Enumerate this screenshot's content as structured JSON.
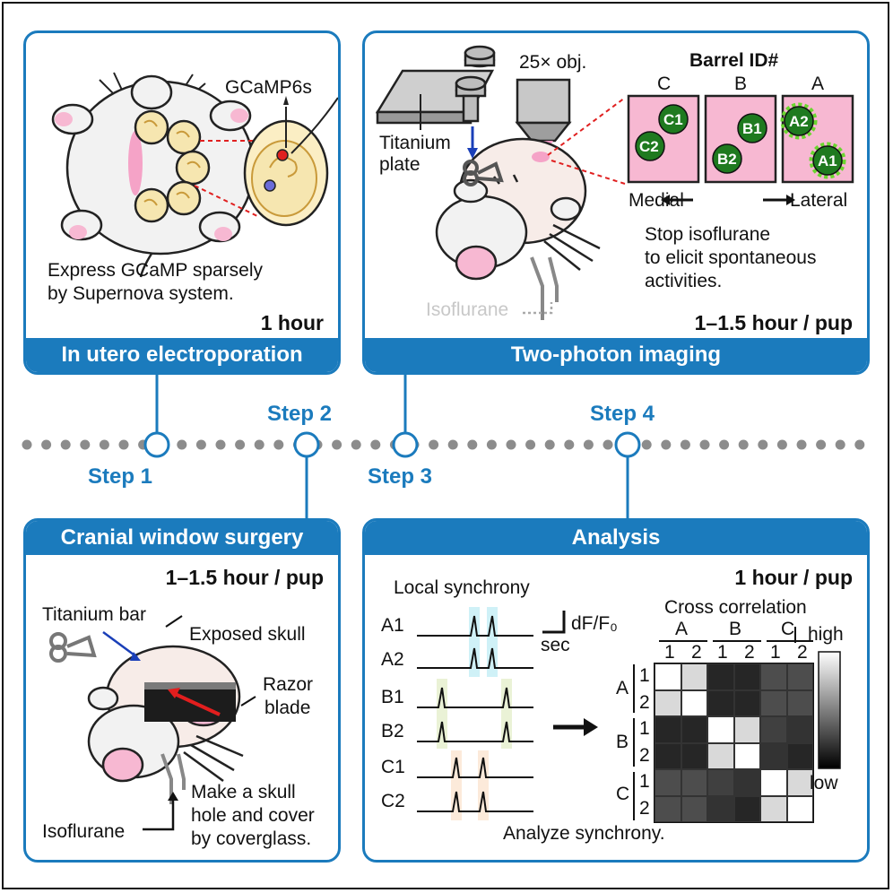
{
  "panels": {
    "step1": {
      "title": "In utero electroporation",
      "label_gcamp": "GCaMP6s",
      "caption_l1": "Express GCaMP sparsely",
      "caption_l2": "by Supernova system.",
      "duration": "1 hour"
    },
    "step3": {
      "title": "Two-photon imaging",
      "objective": "25× obj.",
      "plate_l1": "Titanium",
      "plate_l2": "plate",
      "barrel_title": "Barrel ID#",
      "barrel_cols": [
        "C",
        "B",
        "A"
      ],
      "cells": [
        "C1",
        "C2",
        "B1",
        "B2",
        "A2",
        "A1"
      ],
      "medial": "Medial",
      "lateral": "Lateral",
      "note_l1": "Stop isoflurane",
      "note_l2": "to elicit spontaneous",
      "note_l3": "activities.",
      "isoflurane": "Isoflurane",
      "duration": "1–1.5 hour / pup"
    },
    "step2": {
      "title": "Cranial window surgery",
      "duration": "1–1.5 hour / pup",
      "titanium_bar": "Titanium bar",
      "exposed_skull": "Exposed skull",
      "razor_l1": "Razor",
      "razor_l2": "blade",
      "note_l1": "Make a skull",
      "note_l2": "hole and cover",
      "note_l3": "by coverglass.",
      "isoflurane": "Isoflurane"
    },
    "step4": {
      "title": "Analysis",
      "duration": "1 hour / pup",
      "local_sync": "Local synchrony",
      "cross_corr": "Cross correlation",
      "traces": [
        "A1",
        "A2",
        "B1",
        "B2",
        "C1",
        "C2"
      ],
      "scale_y": "dF/F₀",
      "scale_x": "sec",
      "hm_groups": [
        "A",
        "B",
        "C"
      ],
      "hm_sub": [
        "1",
        "2"
      ],
      "high": "high",
      "low": "low",
      "caption": "Analyze synchrony."
    }
  },
  "steps": [
    "Step 1",
    "Step 2",
    "Step 3",
    "Step 4"
  ],
  "heatmap": [
    [
      1.0,
      0.85,
      0.15,
      0.15,
      0.3,
      0.3
    ],
    [
      0.85,
      1.0,
      0.15,
      0.15,
      0.3,
      0.3
    ],
    [
      0.15,
      0.15,
      1.0,
      0.85,
      0.25,
      0.2
    ],
    [
      0.15,
      0.15,
      0.85,
      1.0,
      0.2,
      0.15
    ],
    [
      0.3,
      0.3,
      0.25,
      0.2,
      1.0,
      0.85
    ],
    [
      0.3,
      0.3,
      0.2,
      0.15,
      0.85,
      1.0
    ]
  ],
  "colors": {
    "accent": "#1b7bbd",
    "pink": "#f7b8d2",
    "cell": "#1f7a1f",
    "glow": "#6bd62f"
  }
}
